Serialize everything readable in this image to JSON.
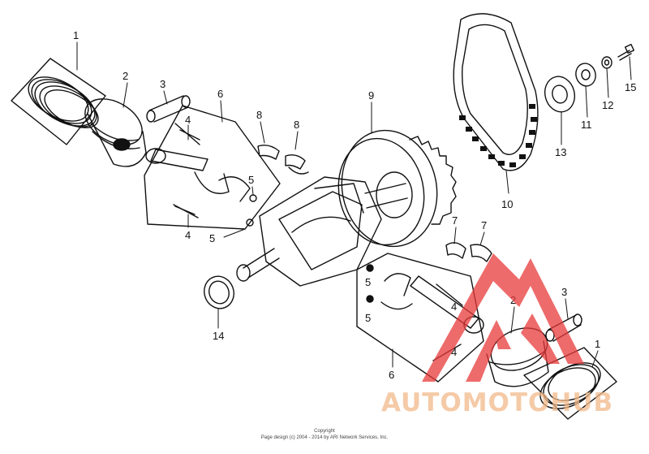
{
  "diagram": {
    "part_labels": [
      {
        "id": "1a",
        "text": "1"
      },
      {
        "id": "2a",
        "text": "2"
      },
      {
        "id": "3a",
        "text": "3"
      },
      {
        "id": "4a",
        "text": "4"
      },
      {
        "id": "4b",
        "text": "4"
      },
      {
        "id": "5a",
        "text": "5"
      },
      {
        "id": "5b",
        "text": "5"
      },
      {
        "id": "6a",
        "text": "6"
      },
      {
        "id": "8a",
        "text": "8"
      },
      {
        "id": "8b",
        "text": "8"
      },
      {
        "id": "9",
        "text": "9"
      },
      {
        "id": "10",
        "text": "10"
      },
      {
        "id": "11",
        "text": "11"
      },
      {
        "id": "12",
        "text": "12"
      },
      {
        "id": "13",
        "text": "13"
      },
      {
        "id": "14",
        "text": "14"
      },
      {
        "id": "15",
        "text": "15"
      },
      {
        "id": "7a",
        "text": "7"
      },
      {
        "id": "7b",
        "text": "7"
      },
      {
        "id": "5c",
        "text": "5"
      },
      {
        "id": "5d",
        "text": "5"
      },
      {
        "id": "4c",
        "text": "4"
      },
      {
        "id": "4d",
        "text": "4"
      },
      {
        "id": "2b",
        "text": "2"
      },
      {
        "id": "3b",
        "text": "3"
      },
      {
        "id": "1b",
        "text": "1"
      },
      {
        "id": "6b",
        "text": "6"
      }
    ]
  },
  "watermark": {
    "text": "AUTOMOTOHUB",
    "mark_color": "#e83a3a",
    "text_color": "#f2b98a"
  },
  "copyright": {
    "title": "Copyright",
    "line": "Page design (c) 2004 - 2014 by ARI Network Services, Inc."
  }
}
